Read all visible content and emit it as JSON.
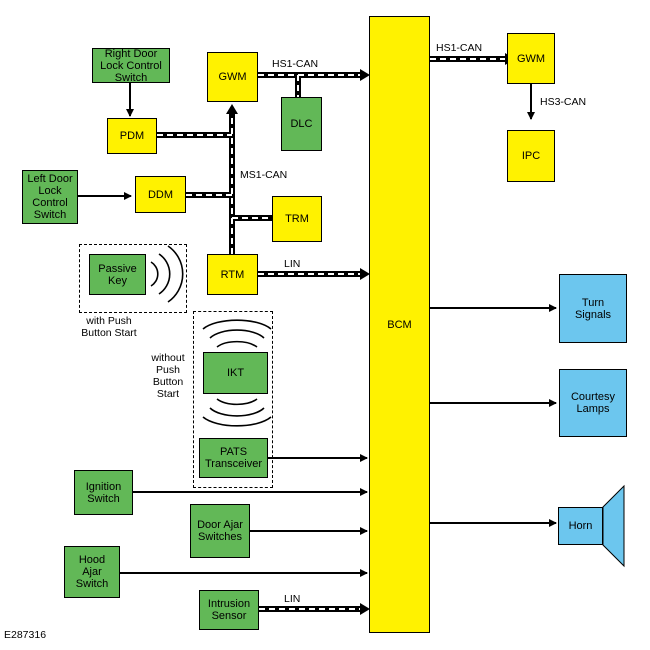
{
  "nodes": {
    "bcm": "BCM",
    "gwm_main": "GWM",
    "gwm_right": "GWM",
    "dlc": "DLC",
    "ipc": "IPC",
    "pdm": "PDM",
    "ddm": "DDM",
    "trm": "TRM",
    "rtm": "RTM",
    "right_door_switch": "Right Door Lock Control Switch",
    "left_door_switch": "Left Door Lock Control Switch",
    "passive_key": "Passive Key",
    "ikt": "IKT",
    "pats": "PATS Transceiver",
    "ignition_switch": "Ignition Switch",
    "door_ajar": "Door Ajar Switches",
    "hood_ajar": "Hood Ajar Switch",
    "intrusion_sensor": "Intrusion Sensor",
    "turn_signals": "Turn Signals",
    "courtesy_lamps": "Courtesy Lamps",
    "horn": "Horn"
  },
  "bus_labels": {
    "hs1_can_left": "HS1-CAN",
    "hs1_can_right": "HS1-CAN",
    "hs3_can": "HS3-CAN",
    "ms1_can": "MS1-CAN",
    "lin_rtm": "LIN",
    "lin_intrusion": "LIN"
  },
  "notes": {
    "with_push": "with Push Button Start",
    "without_push": "without Push Button Start"
  },
  "figure_id": "E287316",
  "colors": {
    "module": "#fff200",
    "input": "#62b857",
    "output": "#6cc6ee"
  }
}
